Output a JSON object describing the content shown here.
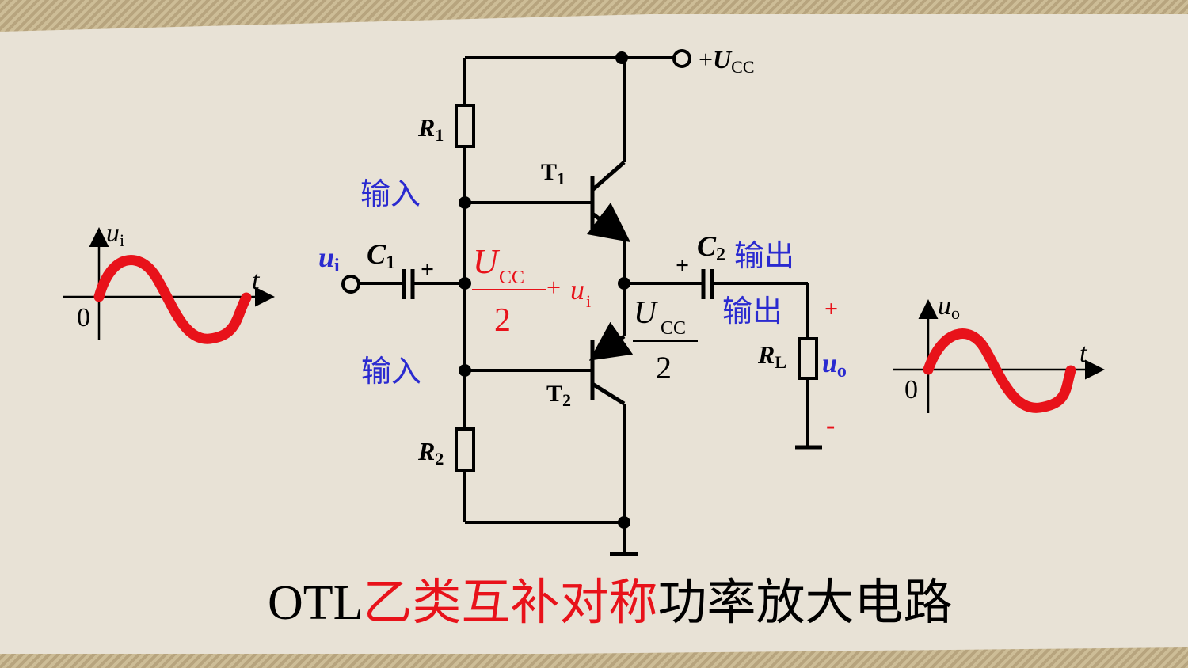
{
  "title": {
    "prefix": "OTL",
    "highlight": "乙类互补对称",
    "suffix": "功率放大电路"
  },
  "supply": {
    "sign": "+",
    "symbol": "U",
    "sub": "CC"
  },
  "components": {
    "r1": {
      "symbol": "R",
      "sub": "1"
    },
    "r2": {
      "symbol": "R",
      "sub": "2"
    },
    "rl": {
      "symbol": "R",
      "sub": "L"
    },
    "c1": {
      "symbol": "C",
      "sub": "1"
    },
    "c2": {
      "symbol": "C",
      "sub": "2"
    },
    "t1": {
      "symbol": "T",
      "sub": "1"
    },
    "t2": {
      "symbol": "T",
      "sub": "2"
    }
  },
  "labels": {
    "input": "输入",
    "output": "输出",
    "ui_symbol": "u",
    "ui_sub": "i",
    "uo_symbol": "u",
    "uo_sub": "o",
    "plus": "+",
    "minus": "-"
  },
  "annotations": {
    "mid_u": "U",
    "mid_sub": "CC",
    "mid_den": "2",
    "mid_plus": "+",
    "mid_u2": "u",
    "mid_sub2": "i",
    "out_u": "U",
    "out_sub": "CC",
    "out_den": "2"
  },
  "waveforms": {
    "input": {
      "ylabel": "u",
      "ysub": "i",
      "xlabel": "t",
      "origin": "0"
    },
    "output": {
      "ylabel": "u",
      "ysub": "o",
      "xlabel": "t",
      "origin": "0"
    }
  },
  "colors": {
    "accent_red": "#e8121a",
    "label_blue": "#2a2ad0",
    "wire": "#000000"
  }
}
